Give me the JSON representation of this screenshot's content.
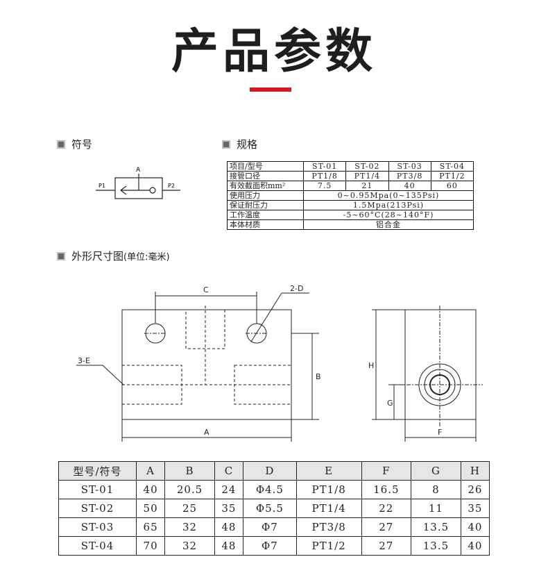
{
  "page_title": "产品参数",
  "sections": {
    "symbol": "符号",
    "spec": "规格",
    "dims_title": "外形尺寸图",
    "dims_unit": "(单位:毫米)"
  },
  "symbol": {
    "a": "A",
    "p1": "P1",
    "p2": "P2"
  },
  "spec_table": {
    "header": [
      "项目/型号",
      "ST-01",
      "ST-02",
      "ST-03",
      "ST-04"
    ],
    "port_label": "接管口径",
    "ports": [
      "PT1/8",
      "PT1/4",
      "PT3/8",
      "PT1/2"
    ],
    "area_label": "有效截面积mm²",
    "areas": [
      "7.5",
      "21",
      "40",
      "60"
    ],
    "pressure_label": "使用压力",
    "pressure": "0~0.95Mpa(0~135Psi)",
    "proof_label": "保证耐压力",
    "proof": "1.5Mpa(213Psi)",
    "temp_label": "工作温度",
    "temp": "-5~60°C(28~140°F)",
    "material_label": "本体材质",
    "material": "铝合金"
  },
  "drawing": {
    "C": "C",
    "two_d": "2-D",
    "three_e": "3-E",
    "B": "B",
    "A": "A",
    "H": "H",
    "G": "G",
    "F": "F"
  },
  "dims_table": {
    "header": [
      "型号/符号",
      "A",
      "B",
      "C",
      "D",
      "E",
      "F",
      "G",
      "H"
    ],
    "rows": [
      [
        "ST-01",
        "40",
        "20.5",
        "24",
        "Φ4.5",
        "PT1/8",
        "16.5",
        "8",
        "26"
      ],
      [
        "ST-02",
        "50",
        "25",
        "35",
        "Φ5.5",
        "PT1/4",
        "22",
        "11",
        "35"
      ],
      [
        "ST-03",
        "65",
        "32",
        "48",
        "Φ7",
        "PT3/8",
        "27",
        "13.5",
        "40"
      ],
      [
        "ST-04",
        "70",
        "32",
        "48",
        "Φ7",
        "PT1/2",
        "27",
        "13.5",
        "40"
      ]
    ]
  }
}
